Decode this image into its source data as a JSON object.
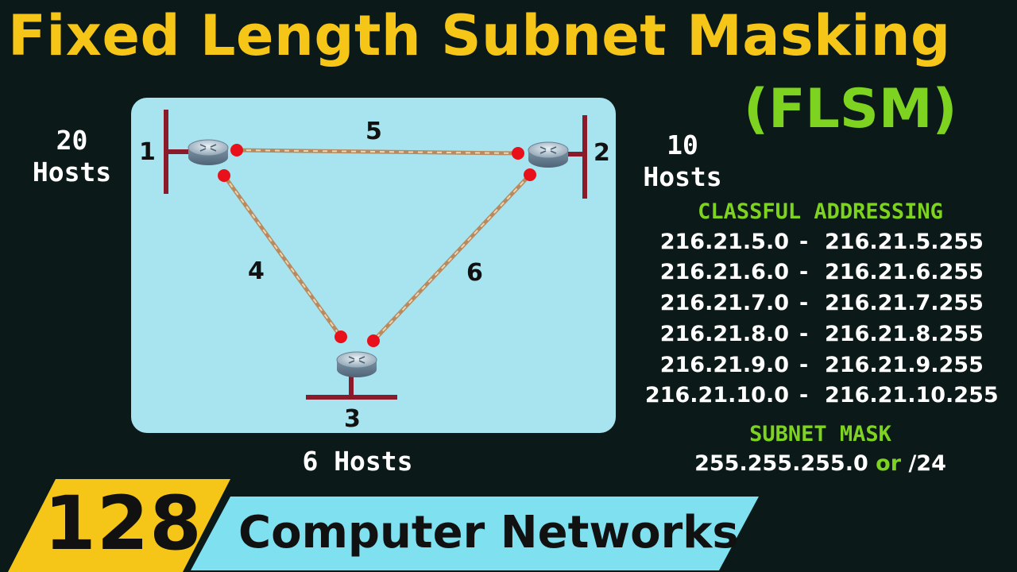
{
  "title": "Fixed Length Subnet Masking",
  "subtitle": "(FLSM)",
  "diagram": {
    "hosts_left": "20\nHosts",
    "hosts_right": "10\nHosts",
    "hosts_bottom": "6 Hosts",
    "network_labels": {
      "n1": "1",
      "n2": "2",
      "n3": "3",
      "n4": "4",
      "n5": "5",
      "n6": "6"
    }
  },
  "classful": {
    "heading": "CLASSFUL ADDRESSING",
    "ranges": [
      {
        "start": "216.21.5.0",
        "end": "216.21.5.255"
      },
      {
        "start": "216.21.6.0",
        "end": "216.21.6.255"
      },
      {
        "start": "216.21.7.0",
        "end": "216.21.7.255"
      },
      {
        "start": "216.21.8.0",
        "end": "216.21.8.255"
      },
      {
        "start": "216.21.9.0",
        "end": "216.21.9.255"
      },
      {
        "start": "216.21.10.0",
        "end": "216.21.10.255"
      }
    ],
    "dash": "-"
  },
  "subnet_mask": {
    "heading": "SUBNET MASK",
    "value": "255.255.255.0",
    "or": "or",
    "cidr": "/24"
  },
  "footer": {
    "episode": "128",
    "series": "Computer Networks"
  },
  "colors": {
    "background": "#0b1a18",
    "title": "#f5c518",
    "accent_green": "#7ed321",
    "panel": "#a8e4ef",
    "network_bar": "#8b1a2b",
    "link": "#b98a5e",
    "port": "#e8101a",
    "badge": "#f5c518",
    "banner": "#7fe0f0"
  },
  "icons": {
    "router": "router-icon"
  }
}
